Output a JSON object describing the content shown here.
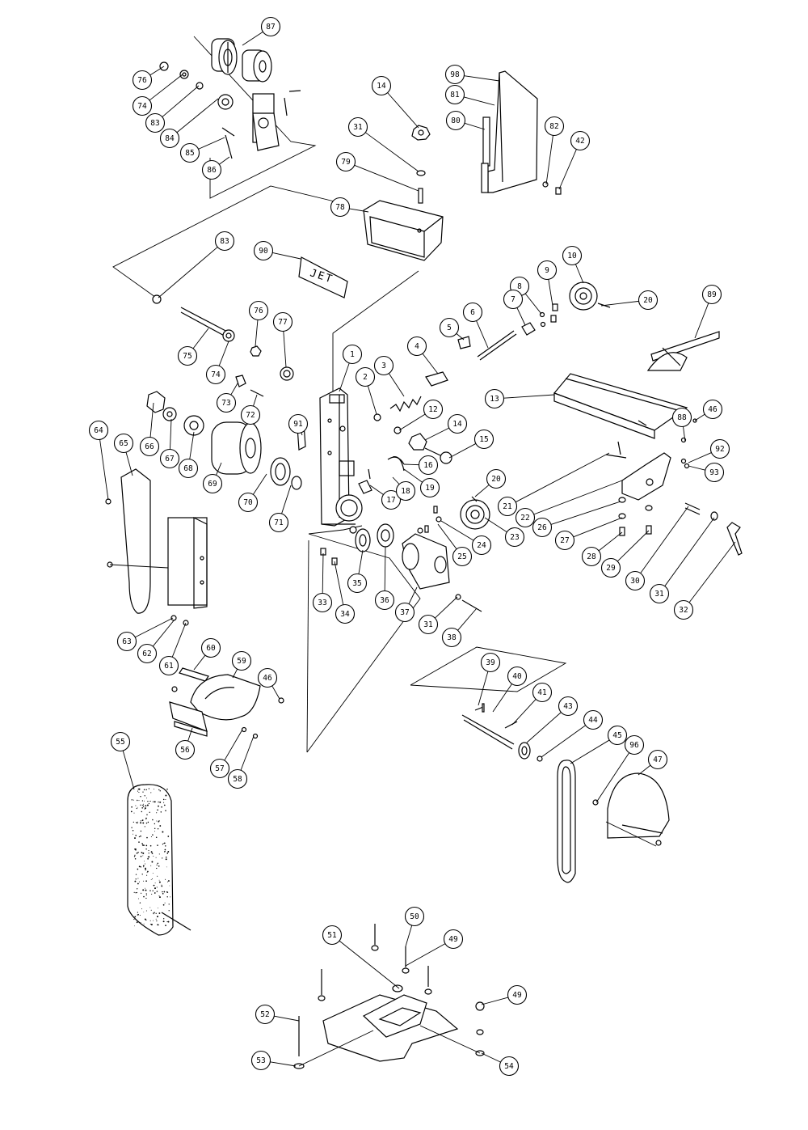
{
  "diagram": {
    "type": "exploded-parts-view",
    "brand_label": "JET",
    "callouts": [
      {
        "id": "87"
      },
      {
        "id": "76"
      },
      {
        "id": "74"
      },
      {
        "id": "83"
      },
      {
        "id": "84"
      },
      {
        "id": "85"
      },
      {
        "id": "86"
      },
      {
        "id": "14"
      },
      {
        "id": "31"
      },
      {
        "id": "79"
      },
      {
        "id": "78"
      },
      {
        "id": "98"
      },
      {
        "id": "81"
      },
      {
        "id": "80"
      },
      {
        "id": "82"
      },
      {
        "id": "42"
      },
      {
        "id": "83"
      },
      {
        "id": "90"
      },
      {
        "id": "9"
      },
      {
        "id": "10"
      },
      {
        "id": "8"
      },
      {
        "id": "20"
      },
      {
        "id": "89"
      },
      {
        "id": "75"
      },
      {
        "id": "76"
      },
      {
        "id": "77"
      },
      {
        "id": "74"
      },
      {
        "id": "1"
      },
      {
        "id": "3"
      },
      {
        "id": "2"
      },
      {
        "id": "4"
      },
      {
        "id": "5"
      },
      {
        "id": "6"
      },
      {
        "id": "7"
      },
      {
        "id": "73"
      },
      {
        "id": "72"
      },
      {
        "id": "12"
      },
      {
        "id": "13"
      },
      {
        "id": "14"
      },
      {
        "id": "15"
      },
      {
        "id": "66"
      },
      {
        "id": "67"
      },
      {
        "id": "68"
      },
      {
        "id": "69"
      },
      {
        "id": "91"
      },
      {
        "id": "64"
      },
      {
        "id": "65"
      },
      {
        "id": "16"
      },
      {
        "id": "88"
      },
      {
        "id": "46"
      },
      {
        "id": "92"
      },
      {
        "id": "93"
      },
      {
        "id": "70"
      },
      {
        "id": "71"
      },
      {
        "id": "17"
      },
      {
        "id": "18"
      },
      {
        "id": "19"
      },
      {
        "id": "20"
      },
      {
        "id": "21"
      },
      {
        "id": "22"
      },
      {
        "id": "23"
      },
      {
        "id": "24"
      },
      {
        "id": "25"
      },
      {
        "id": "26"
      },
      {
        "id": "27"
      },
      {
        "id": "28"
      },
      {
        "id": "29"
      },
      {
        "id": "30"
      },
      {
        "id": "31"
      },
      {
        "id": "32"
      },
      {
        "id": "33"
      },
      {
        "id": "34"
      },
      {
        "id": "35"
      },
      {
        "id": "36"
      },
      {
        "id": "37"
      },
      {
        "id": "31"
      },
      {
        "id": "38"
      },
      {
        "id": "63"
      },
      {
        "id": "62"
      },
      {
        "id": "61"
      },
      {
        "id": "60"
      },
      {
        "id": "59"
      },
      {
        "id": "46"
      },
      {
        "id": "56"
      },
      {
        "id": "57"
      },
      {
        "id": "58"
      },
      {
        "id": "39"
      },
      {
        "id": "40"
      },
      {
        "id": "41"
      },
      {
        "id": "43"
      },
      {
        "id": "44"
      },
      {
        "id": "45"
      },
      {
        "id": "96"
      },
      {
        "id": "47"
      },
      {
        "id": "55"
      },
      {
        "id": "50"
      },
      {
        "id": "51"
      },
      {
        "id": "49"
      },
      {
        "id": "49"
      },
      {
        "id": "52"
      },
      {
        "id": "53"
      },
      {
        "id": "54"
      }
    ]
  }
}
